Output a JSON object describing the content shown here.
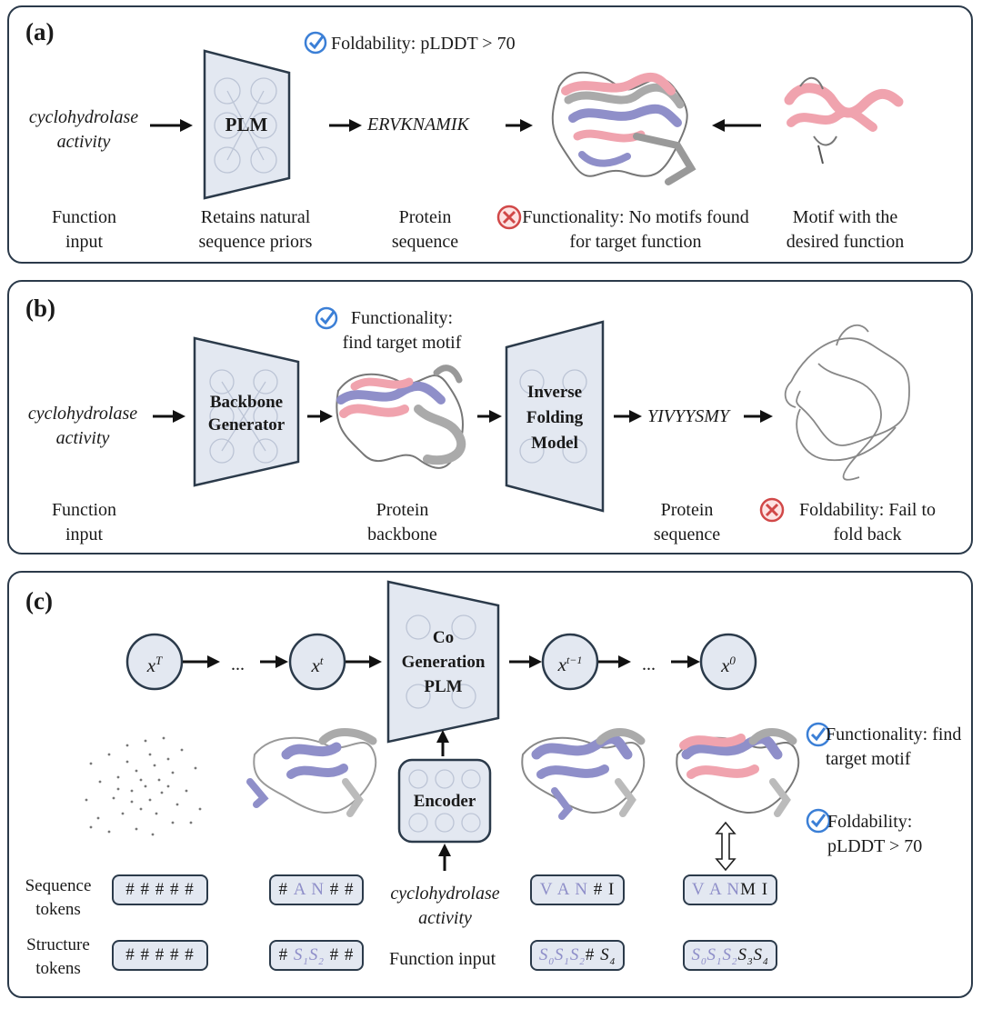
{
  "panel_a": {
    "label": "(a)",
    "check_text": "Foldability: pLDDT > 70",
    "input_text": "cyclohydrolase activity",
    "model_label": "PLM",
    "sequence": "ERVKNAMIK",
    "cap_function_input": "Function input",
    "cap_plm": "Retains natural sequence priors",
    "cap_protein_sequence": "Protein sequence",
    "fail_text": "Functionality: No motifs found for target function",
    "cap_motif": "Motif with the desired function"
  },
  "panel_b": {
    "label": "(b)",
    "check_text": "Functionality: find target motif",
    "input_text": "cyclohydrolase activity",
    "model1_label": "Backbone Generator",
    "model2_label": "Inverse Folding Model",
    "sequence": "YIVYYSMY",
    "cap_function_input": "Function input",
    "cap_backbone": "Protein backbone",
    "cap_sequence": "Protein sequence",
    "fail_text": "Foldability: Fail to fold back"
  },
  "panel_c": {
    "label": "(c)",
    "states": [
      "x^T",
      "x^t",
      "x^{t-1}",
      "x^0"
    ],
    "ellipsis": "...",
    "model_label": "Co Generation PLM",
    "encoder_label": "Encoder",
    "input_text": "cyclohydrolase activity",
    "function_input_label": "Function input",
    "row_labels": {
      "sequence": "Sequence tokens",
      "structure": "Structure tokens"
    },
    "seq_tokens": [
      "# # # # #",
      "# A N # #",
      "V A N # I",
      "V A N M I"
    ],
    "struct_tokens": [
      "# # # # #",
      "# S1 S2 # #",
      "S0 S1 S2 # S4",
      "S0 S1 S2 S3 S4"
    ],
    "check1_text": "Functionality: find target motif",
    "check2_text": "Foldability: pLDDT > 70"
  },
  "colors": {
    "border": "#2b3a4a",
    "box_fill": "#e3e8f1",
    "accent_blue": "#3b7fd6",
    "fail_red": "#d14848",
    "motif_pink": "#f0a3ae",
    "token_purple": "#8f8fc9"
  }
}
